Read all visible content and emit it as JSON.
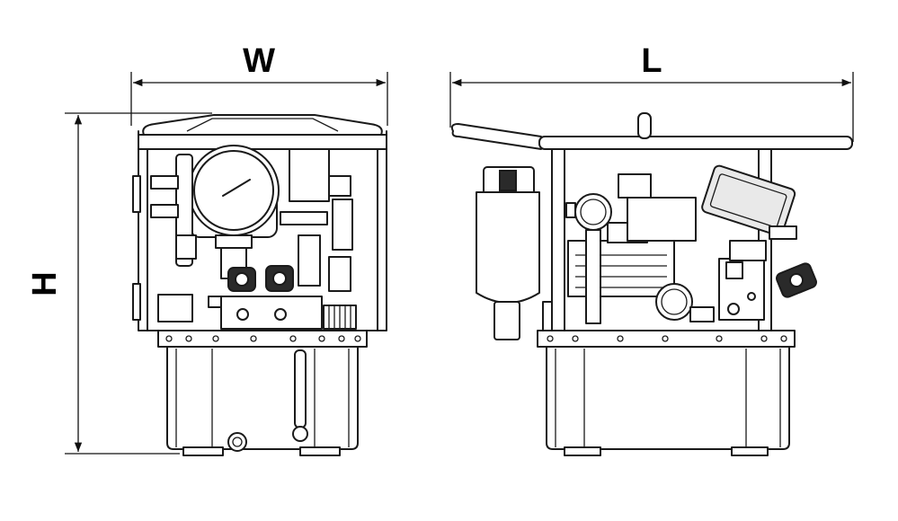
{
  "dimensions": {
    "width_label": "W",
    "length_label": "L",
    "height_label": "H"
  },
  "colors": {
    "line": "#1a1a1a",
    "panel_fill": "#e9e9e9",
    "background": "#ffffff"
  }
}
